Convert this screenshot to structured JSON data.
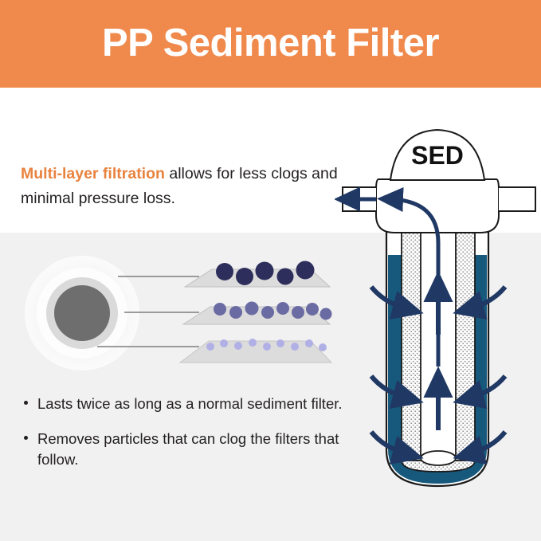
{
  "header": {
    "title": "PP Sediment Filter",
    "background_color": "#f0894c",
    "text_color": "#ffffff"
  },
  "intro": {
    "highlight": "Multi-layer filtration",
    "highlight_color": "#e8833f",
    "rest": " allows for less clogs and minimal pressure loss."
  },
  "bullets": [
    "Lasts twice as long as a normal sediment filter.",
    "Removes particles that can clog the filters that follow."
  ],
  "layer_diagram": {
    "label": "multi-layer-filtration-diagram",
    "circle": {
      "outer_color": "#f7f7f7",
      "middle_color": "#dcdcdc",
      "inner_color": "#6e6e6e"
    },
    "layers": [
      {
        "name": "coarse-layer",
        "dot_color": "#2e2e5c",
        "dot_radius": 10.5,
        "dot_count": 5,
        "plane_color": "#d2d2d2"
      },
      {
        "name": "medium-layer",
        "dot_color": "#6b6ba3",
        "dot_radius": 8.0,
        "dot_count": 8,
        "plane_color": "#d2d2d2"
      },
      {
        "name": "fine-layer",
        "dot_color": "#b0b0e6",
        "dot_radius": 5.0,
        "dot_count": 10,
        "plane_color": "#d2d2d2"
      }
    ],
    "connector_color": "#7a7a7a",
    "connector_count": 3
  },
  "filter_illustration": {
    "cap_label": "SED",
    "cap_label_color": "#111111",
    "water_color": "#17597d",
    "media_color": "#f9f9f9",
    "arrow_color": "#1f3864",
    "outline_color": "#1a1a1a",
    "arrows": {
      "outlet_left_count": 2,
      "downtube_down_count": 1,
      "core_up_count": 3,
      "inward_left_count": 3,
      "inward_right_count": 3
    }
  }
}
